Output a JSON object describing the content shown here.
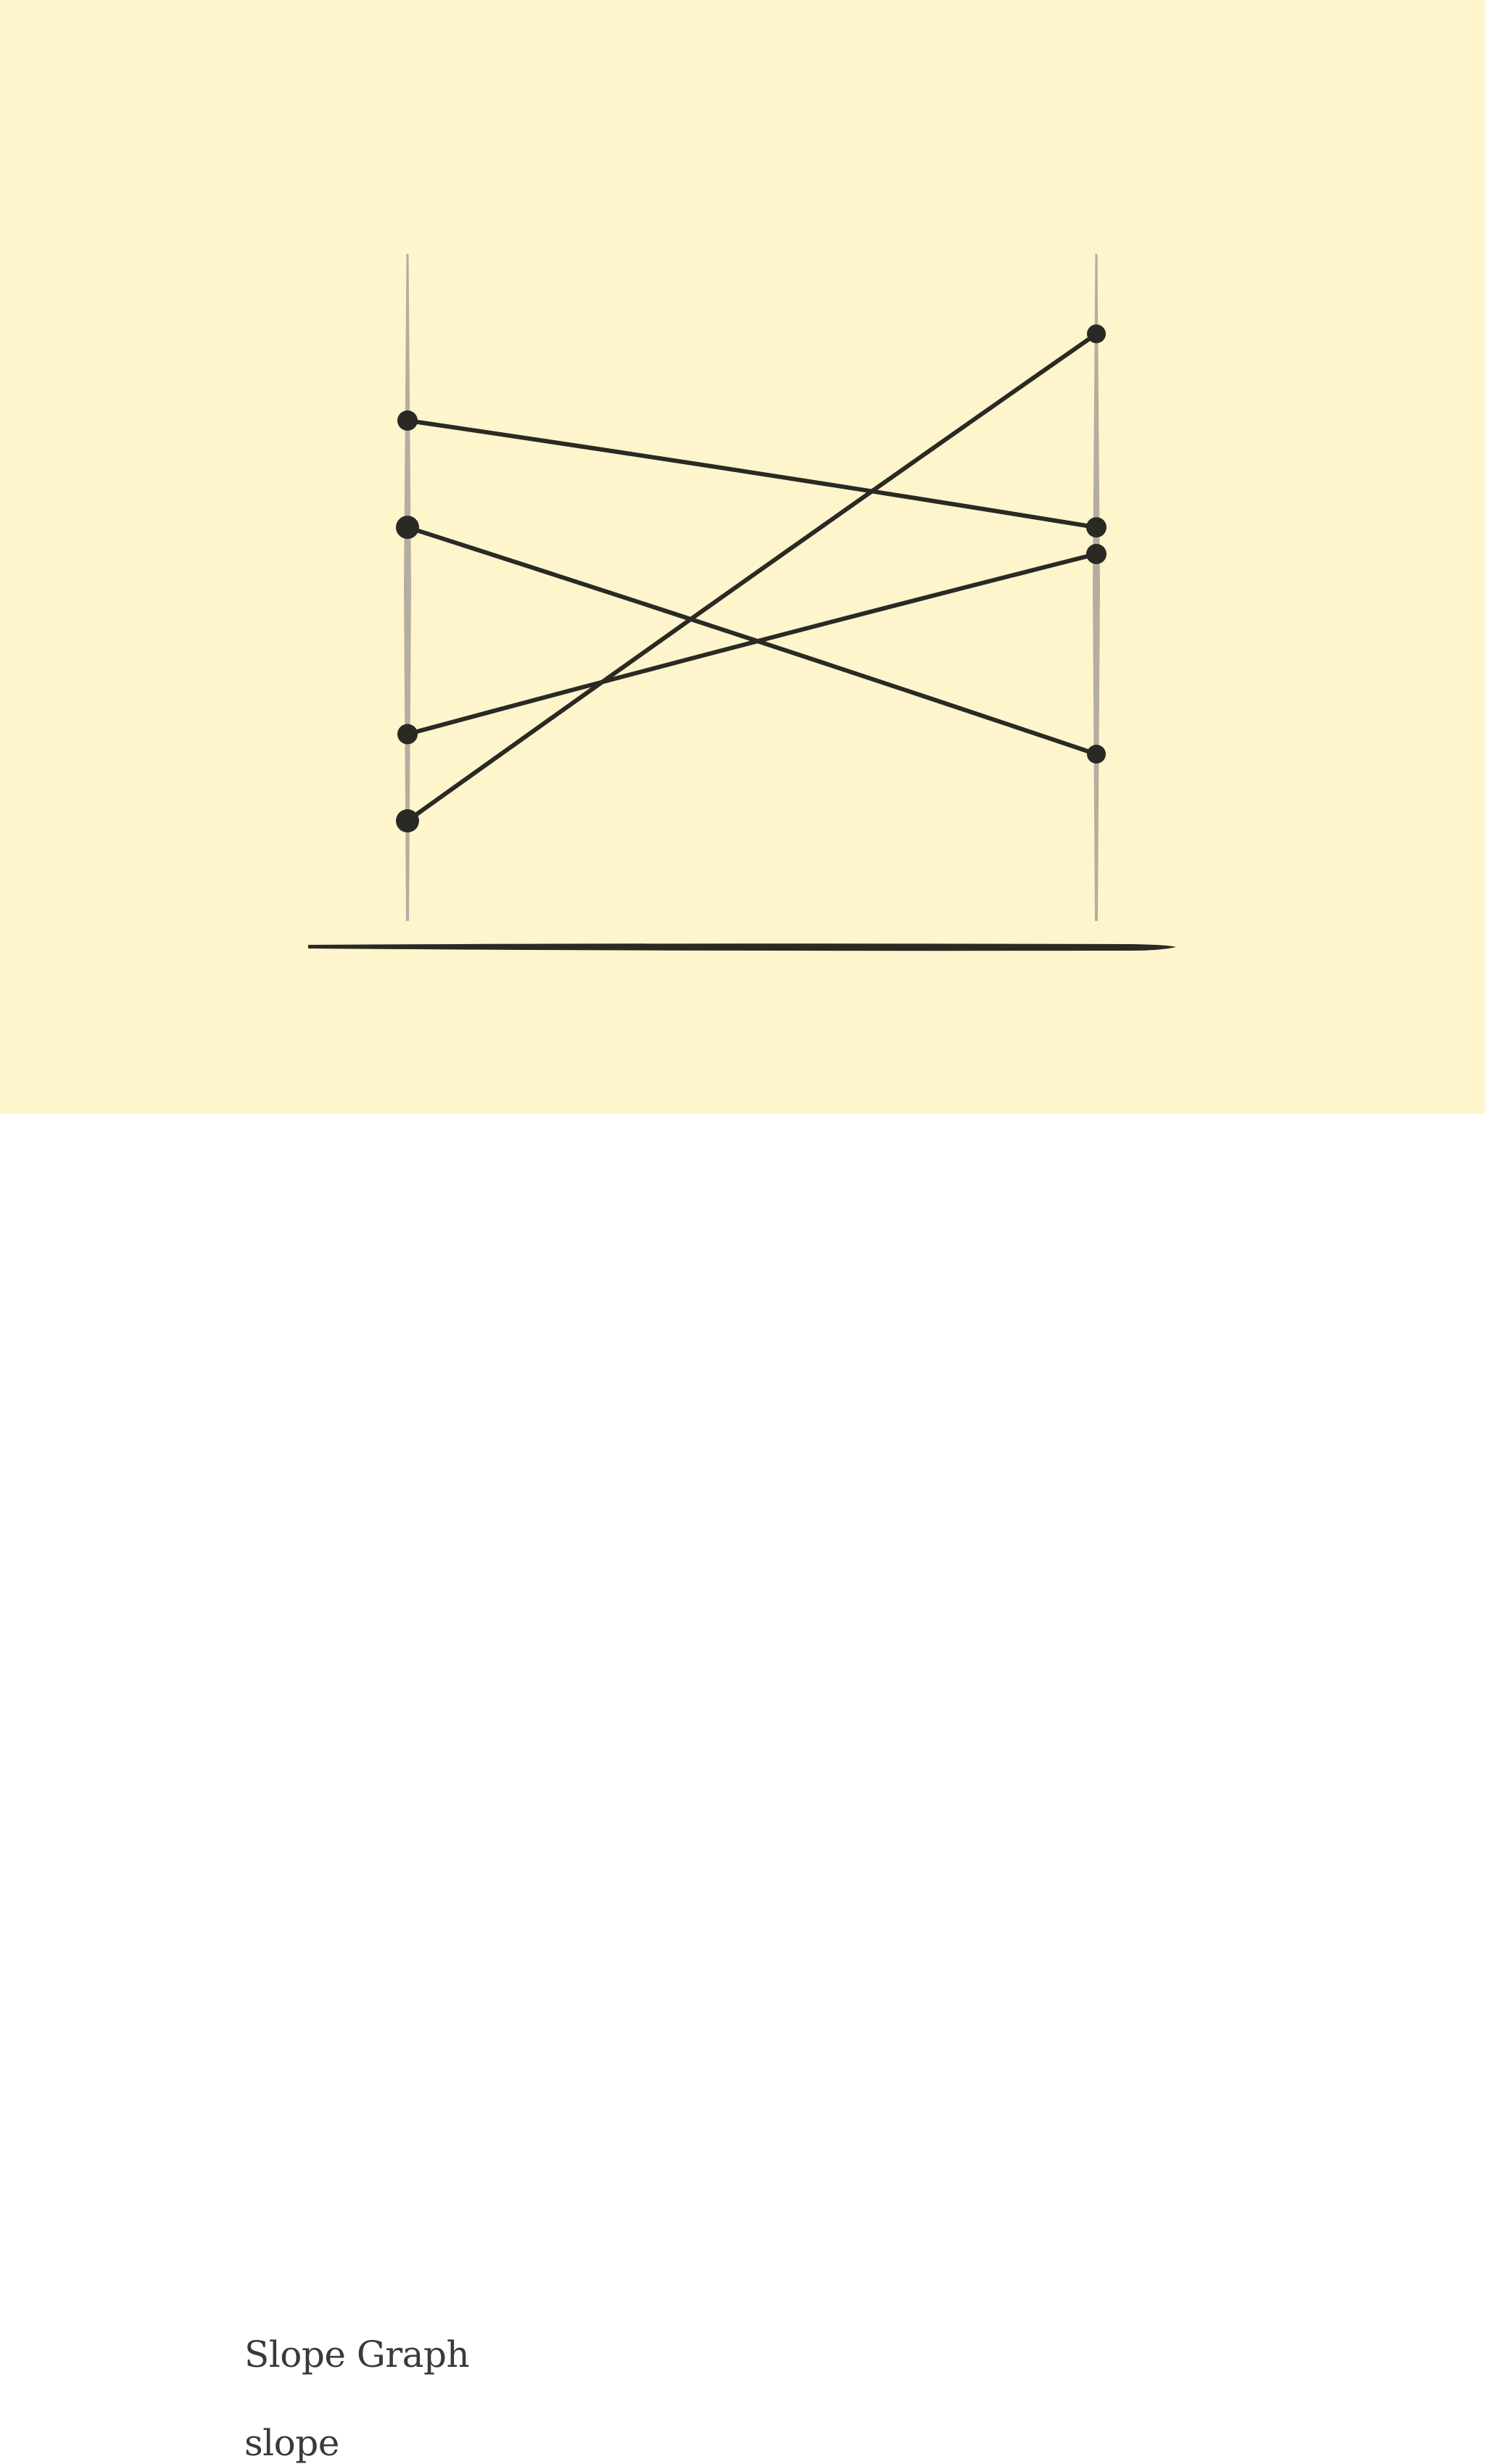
{
  "colors": {
    "background": "#fef5cc",
    "ink": "#2a2924",
    "axis": "#b3aea0",
    "caption_text": "#3a3a3a"
  },
  "caption": {
    "title": "Slope Graph",
    "type_label": "slope"
  },
  "chart_data": {
    "type": "slope",
    "grid": false,
    "legend": "none",
    "ylim": [
      0,
      100
    ],
    "series": [
      {
        "start": 75,
        "end": 59
      },
      {
        "start": 59,
        "end": 25
      },
      {
        "start": 28,
        "end": 55
      },
      {
        "start": 15,
        "end": 88
      }
    ]
  }
}
